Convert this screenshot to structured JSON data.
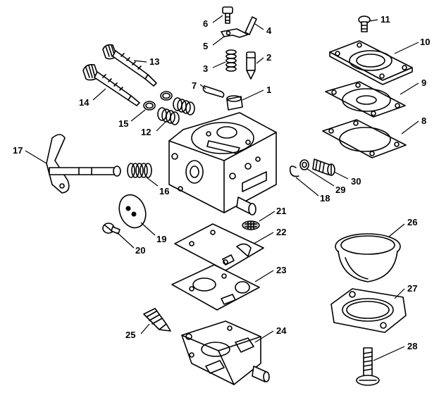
{
  "labels": {
    "p1": "1",
    "p2": "2",
    "p3": "3",
    "p4": "4",
    "p5": "5",
    "p6": "6",
    "p7": "7",
    "p8": "8",
    "p9": "9",
    "p10": "10",
    "p11": "11",
    "p12": "12",
    "p13": "13",
    "p14": "14",
    "p15": "15",
    "p16": "16",
    "p17": "17",
    "p18": "18",
    "p19": "19",
    "p20": "20",
    "p21": "21",
    "p22": "22",
    "p23": "23",
    "p24": "24",
    "p25": "25",
    "p26": "26",
    "p27": "27",
    "p28": "28",
    "p29": "29",
    "p30": "30"
  }
}
